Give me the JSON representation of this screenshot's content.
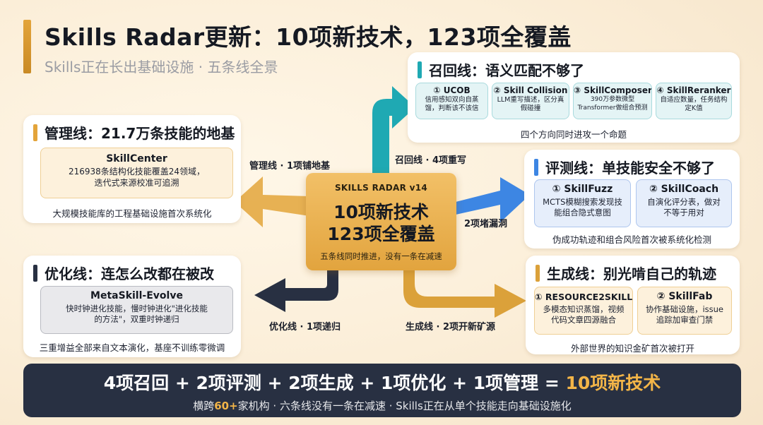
{
  "header": {
    "title": "Skills Radar更新：10项新技术，123项全覆盖",
    "subtitle": "Skills正在长出基础设施 · 五条线全景"
  },
  "center": {
    "tag": "SKILLS RADAR v14",
    "line1": "10项新技术",
    "line2": "123项全覆盖",
    "note": "五条线同时推进，没有一条在减速"
  },
  "arrows": {
    "recall": "召回线 · 4项重写",
    "manage": "管理线 · 1项铺地基",
    "eval": "2项堵漏洞",
    "optimize": "优化线 · 1项递归",
    "generate": "生成线 · 2项开新矿源"
  },
  "recall_panel": {
    "heading": "召回线：语义匹配不够了",
    "cards": [
      {
        "title": "① UCOB",
        "desc": "信用感知双向自蒸馏，判断该不该信"
      },
      {
        "title": "② Skill Collision",
        "desc": "LLM重写描述，区分真假碰撞"
      },
      {
        "title": "③ SkillComposer",
        "desc": "390万参数微型Transformer做组合预测"
      },
      {
        "title": "④ SkillReranker",
        "desc": "自适应数量，任务结构定K值"
      }
    ],
    "footer": "四个方向同时进攻一个命题"
  },
  "manage_panel": {
    "heading": "管理线：21.7万条技能的地基",
    "card": {
      "title": "SkillCenter",
      "desc": "216938条结构化技能覆盖24领域，迭代式来源校准可追溯"
    },
    "footer": "大规模技能库的工程基础设施首次系统化"
  },
  "eval_panel": {
    "heading": "评测线：单技能安全不够了",
    "cards": [
      {
        "title": "① SkillFuzz",
        "desc": "MCTS模糊搜索发现技能组合隐式意图"
      },
      {
        "title": "② SkillCoach",
        "desc": "自演化评分表，做对不等于用对"
      }
    ],
    "footer": "伪成功轨迹和组合风险首次被系统化检测"
  },
  "optimize_panel": {
    "heading": "优化线：连怎么改都在被改",
    "card": {
      "title": "MetaSkill-Evolve",
      "desc": "快时钟进化技能，慢时钟进化\"进化技能的方法\"，双重时钟递归"
    },
    "footer": "三重增益全部来自文本演化，基座不训练零微调"
  },
  "generate_panel": {
    "heading": "生成线：别光啃自己的轨迹",
    "cards": [
      {
        "title": "① RESOURCE2SKILL",
        "desc": "多模态知识蒸馏，视频代码文章四源融合"
      },
      {
        "title": "② SkillFab",
        "desc": "协作基础设施，issue追踪加审查门禁"
      }
    ],
    "footer": "外部世界的知识金矿首次被打开"
  },
  "banner": {
    "main_prefix": "4项召回 + 2项评测 + 2项生成 + 1项优化 + 1项管理 = ",
    "main_highlight": "10项新技术",
    "sub_prefix": "横跨",
    "sub_highlight": "60+",
    "sub_suffix": "家机构 · 六条线没有一条在减速 · Skills正在从单个技能走向基础设施化"
  },
  "colors": {
    "recall": "#1fa9b3",
    "manage": "#e3a43a",
    "eval": "#3d86e3",
    "optimize": "#283042",
    "generate": "#dba13a"
  }
}
